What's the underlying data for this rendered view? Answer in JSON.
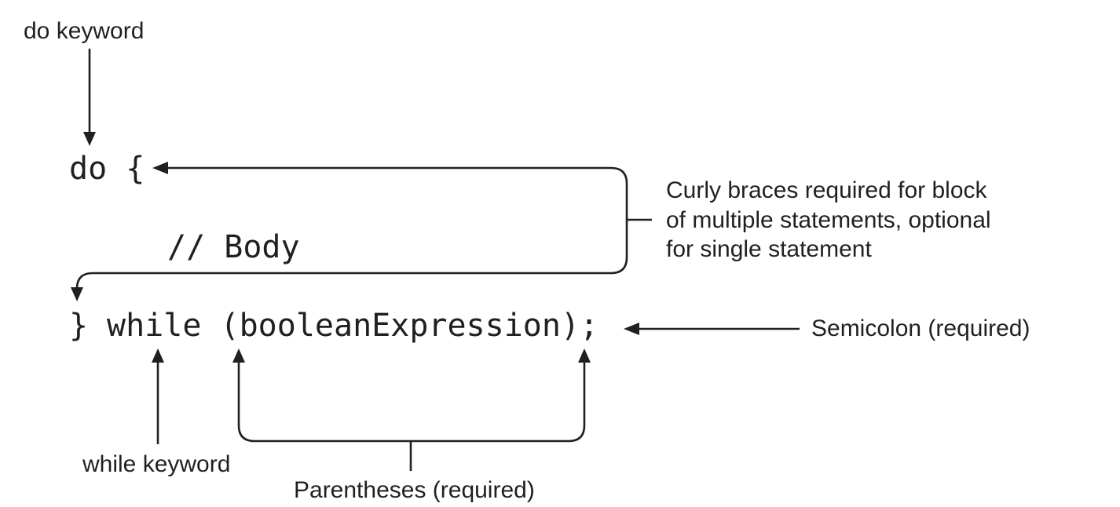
{
  "code": {
    "line_do": "do {",
    "line_body": "// Body",
    "line_while_brace": "}",
    "line_while": "while (booleanExpression);"
  },
  "annotations": {
    "do_keyword": "do keyword",
    "curly_braces": [
      "Curly braces required for block",
      "of multiple statements, optional",
      "for single statement"
    ],
    "semicolon": "Semicolon (required)",
    "while_keyword": "while keyword",
    "parentheses": "Parentheses (required)"
  },
  "colors": {
    "ink": "#231f20",
    "background": "#ffffff"
  }
}
